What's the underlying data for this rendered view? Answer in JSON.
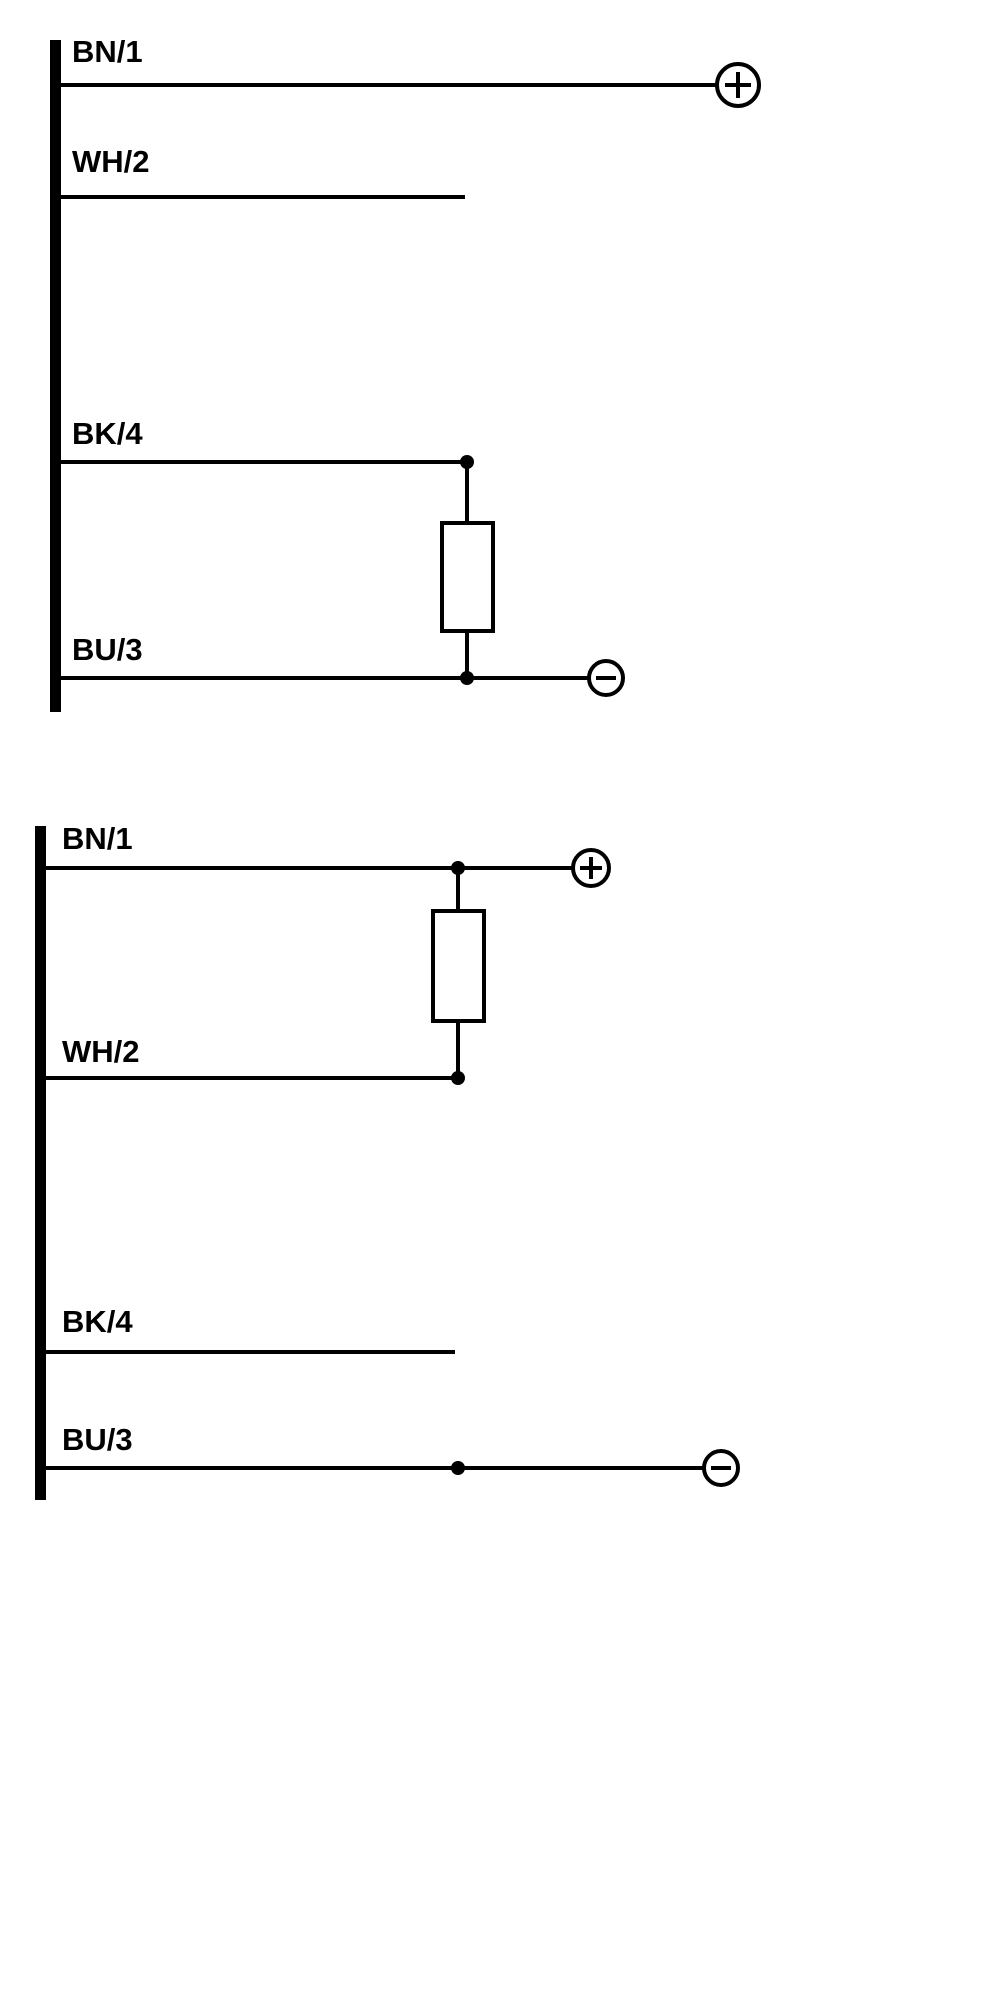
{
  "page": {
    "background_color": "#ffffff",
    "line_color": "#000000"
  },
  "diagrams": [
    {
      "id": "top-wiring-diagram",
      "wires": [
        {
          "label": "BN/1",
          "terminal": "plus-circle-icon"
        },
        {
          "label": "WH/2",
          "terminal": "none"
        },
        {
          "label": "BK/4",
          "terminal": "none"
        },
        {
          "label": "BU/3",
          "terminal": "minus-circle-icon"
        }
      ],
      "load_resistor_between": [
        "BK/4",
        "BU/3"
      ]
    },
    {
      "id": "bottom-wiring-diagram",
      "wires": [
        {
          "label": "BN/1",
          "terminal": "plus-circle-icon"
        },
        {
          "label": "WH/2",
          "terminal": "none"
        },
        {
          "label": "BK/4",
          "terminal": "none"
        },
        {
          "label": "BU/3",
          "terminal": "minus-circle-icon"
        }
      ],
      "load_resistor_between": [
        "BN/1",
        "WH/2"
      ]
    }
  ]
}
